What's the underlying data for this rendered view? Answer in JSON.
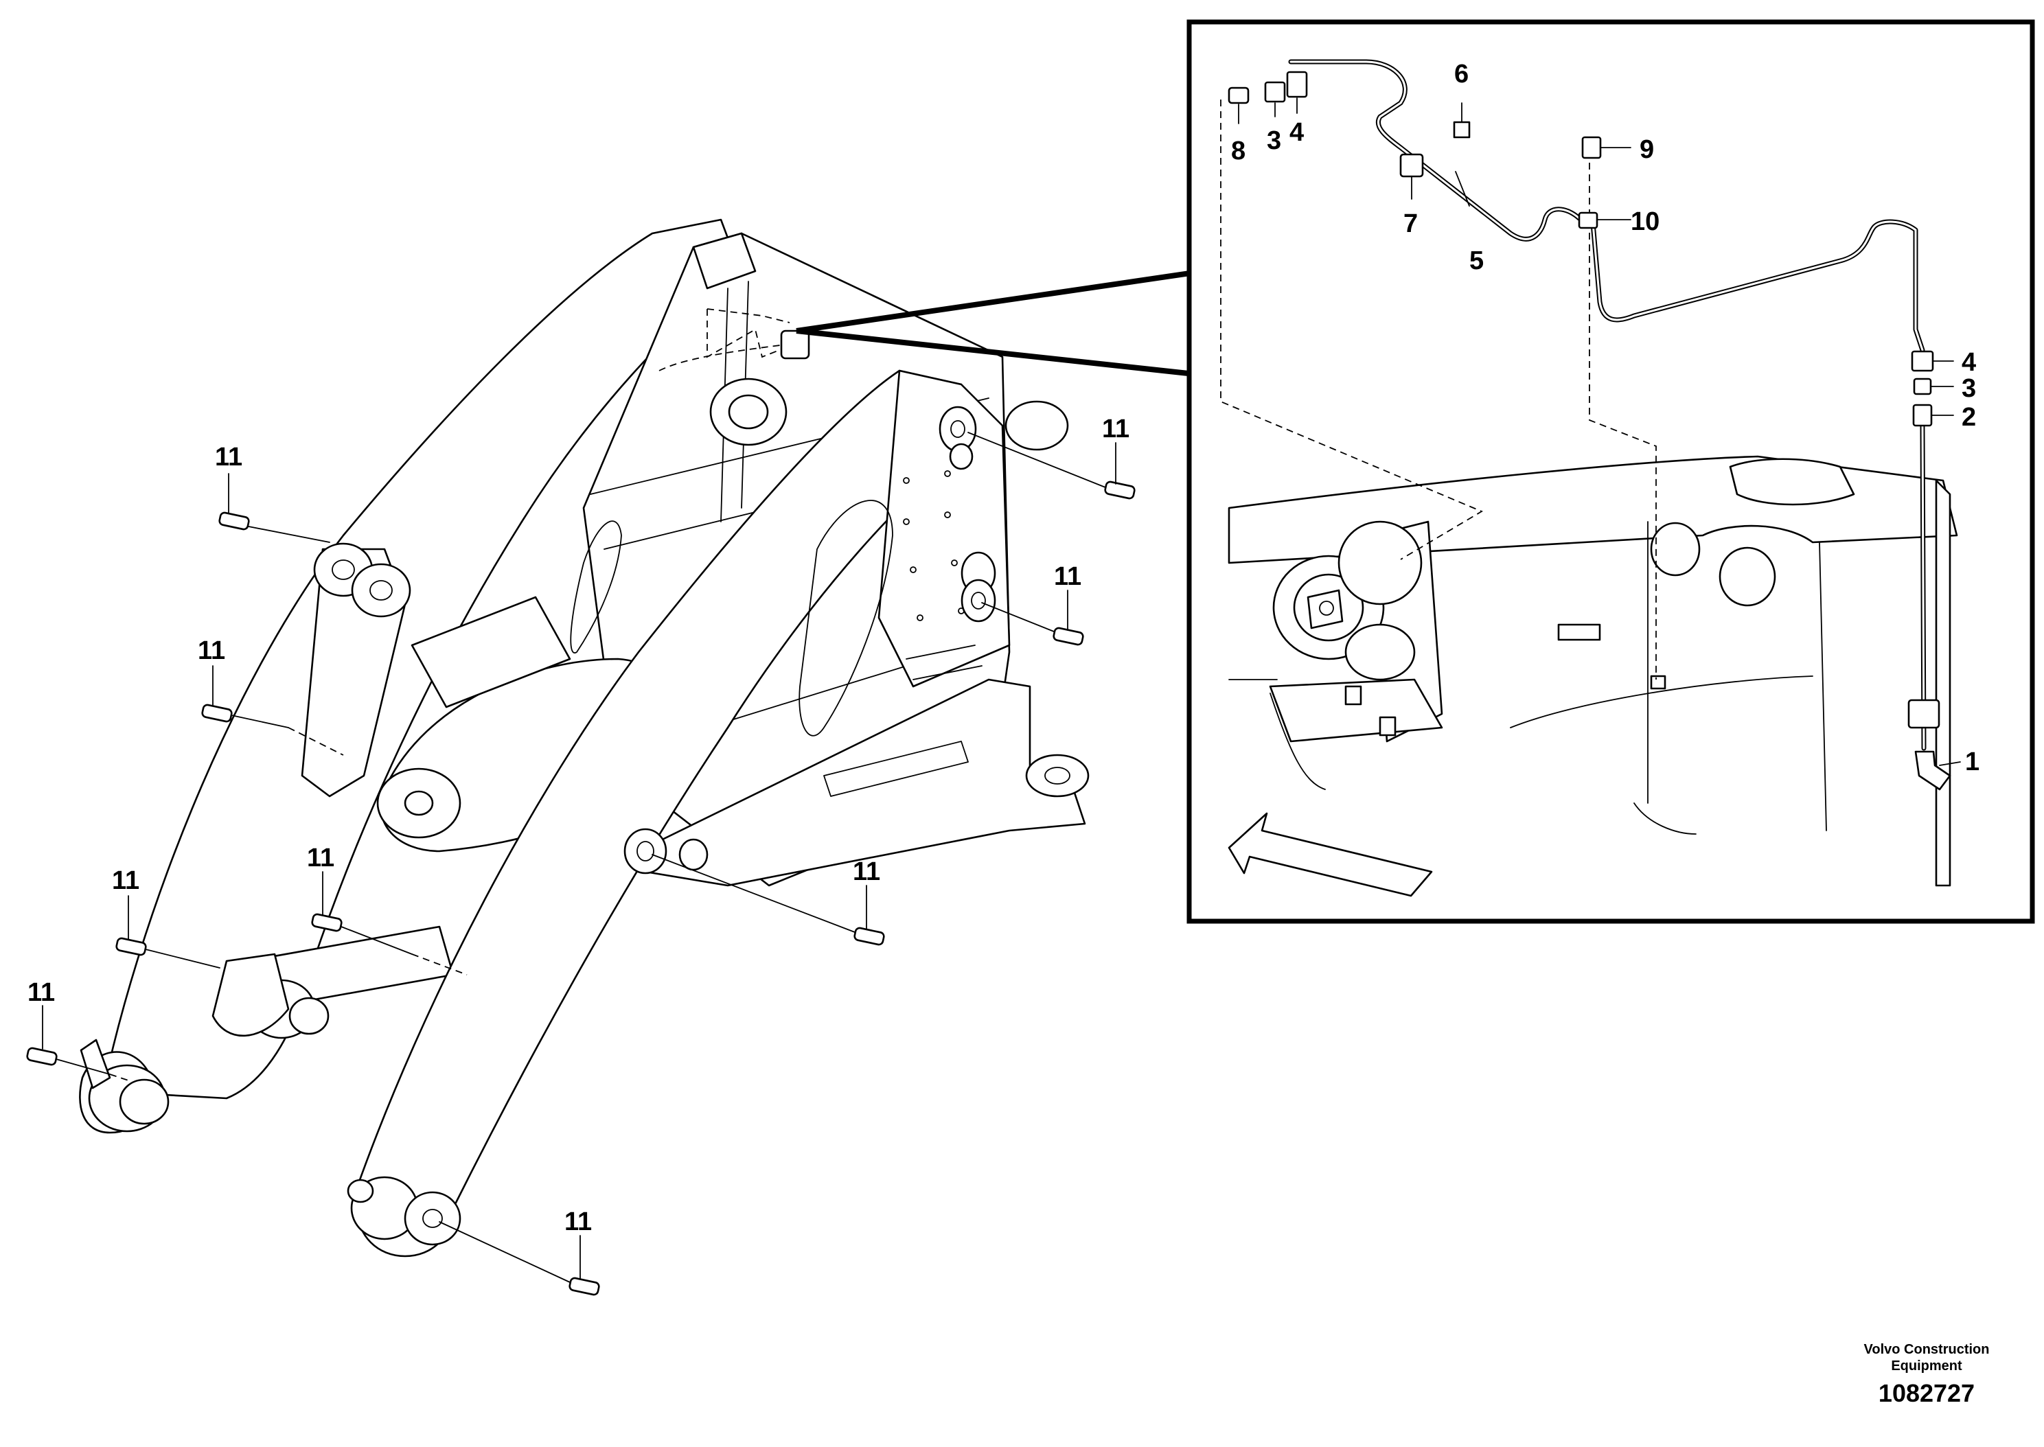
{
  "diagram": {
    "callouts_main": [
      "11",
      "11",
      "11",
      "11",
      "11",
      "11",
      "11",
      "11",
      "11"
    ],
    "callouts_detail": {
      "c8": "8",
      "c3a": "3",
      "c4a": "4",
      "c6": "6",
      "c7": "7",
      "c5": "5",
      "c9": "9",
      "c10": "10",
      "c4b": "4",
      "c3b": "3",
      "c2": "2",
      "c1": "1"
    }
  },
  "footer": {
    "brand_line1": "Volvo Construction",
    "brand_line2": "Equipment",
    "drawing_number": "1082727"
  }
}
